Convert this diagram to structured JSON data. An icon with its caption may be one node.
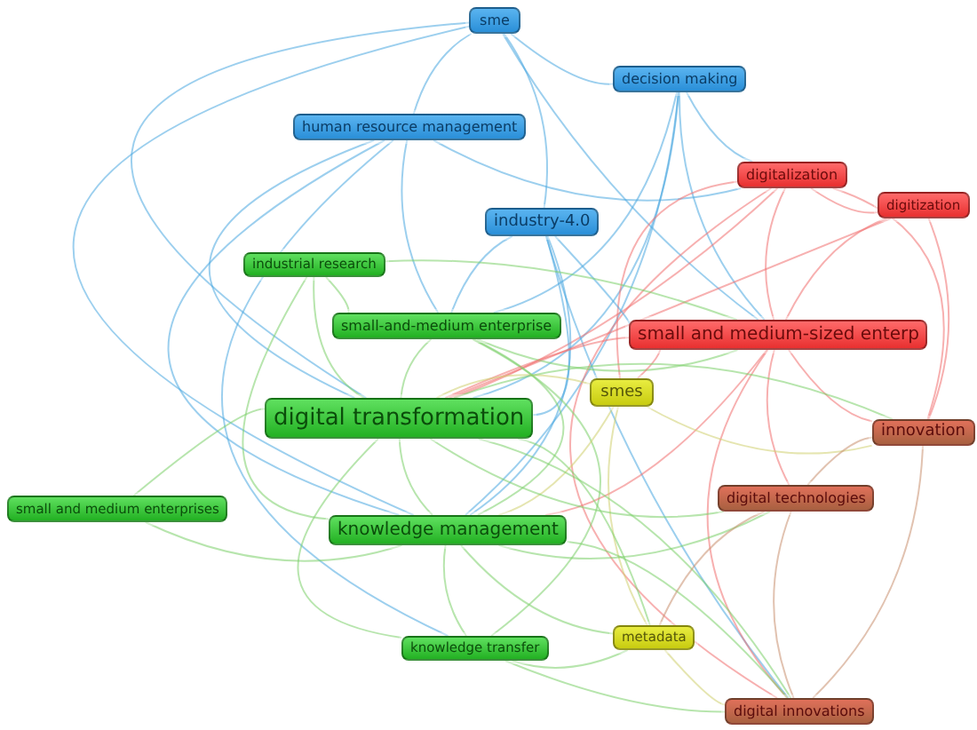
{
  "diagram": {
    "nodes": [
      {
        "text": [
          "sme"
        ]
      },
      {
        "text": [
          "decision making"
        ]
      },
      {
        "text": [
          "human resource management"
        ]
      },
      {
        "text": [
          "digitalization"
        ]
      },
      {
        "text": [
          "industry-4.0"
        ]
      },
      {
        "text": [
          "digitization"
        ]
      },
      {
        "text": [
          "industrial research"
        ]
      },
      {
        "text": [
          "small-and-medium enterprise"
        ]
      },
      {
        "text": [
          "small and medium-sized enterp"
        ]
      },
      {
        "text": [
          "smes"
        ]
      },
      {
        "text": [
          "digital transformation"
        ]
      },
      {
        "text": [
          "innovation"
        ]
      },
      {
        "text": [
          "small and medium enterprises"
        ]
      },
      {
        "text": [
          "knowledge management"
        ]
      },
      {
        "text": [
          "digital technologies"
        ]
      },
      {
        "text": [
          "knowledge transfer"
        ]
      },
      {
        "text": [
          "metadata"
        ]
      },
      {
        "text": [
          "digital innovations"
        ]
      }
    ],
    "edges": [
      {
        "from": 0,
        "to": 2,
        "arrow": "none",
        "color": "#4aa8e0"
      },
      {
        "from": 0,
        "to": 4,
        "arrow": "none",
        "color": "#4aa8e0"
      },
      {
        "from": 0,
        "to": 10,
        "arrow": "none",
        "color": "#4aa8e0"
      },
      {
        "from": 0,
        "to": 13,
        "arrow": "none",
        "color": "#4aa8e0"
      },
      {
        "from": 0,
        "to": 8,
        "arrow": "none",
        "color": "#4aa8e0"
      },
      {
        "from": 0,
        "to": 1,
        "arrow": "none",
        "color": "#4aa8e0"
      },
      {
        "from": 1,
        "to": 3,
        "arrow": "none",
        "color": "#4aa8e0"
      },
      {
        "from": 1,
        "to": 8,
        "arrow": "none",
        "color": "#4aa8e0"
      },
      {
        "from": 1,
        "to": 10,
        "arrow": "none",
        "color": "#4aa8e0"
      },
      {
        "from": 1,
        "to": 7,
        "arrow": "none",
        "color": "#4aa8e0"
      },
      {
        "from": 1,
        "to": 13,
        "arrow": "none",
        "color": "#4aa8e0"
      },
      {
        "from": 2,
        "to": 10,
        "arrow": "none",
        "color": "#4aa8e0"
      },
      {
        "from": 2,
        "to": 13,
        "arrow": "none",
        "color": "#4aa8e0"
      },
      {
        "from": 2,
        "to": 7,
        "arrow": "none",
        "color": "#4aa8e0"
      },
      {
        "from": 2,
        "to": 3,
        "arrow": "none",
        "color": "#4aa8e0"
      },
      {
        "from": 2,
        "to": 15,
        "arrow": "none",
        "color": "#4aa8e0"
      },
      {
        "from": 3,
        "to": 8,
        "arrow": "none",
        "color": "#f07070"
      },
      {
        "from": 3,
        "to": 5,
        "arrow": "none",
        "color": "#f07070"
      },
      {
        "from": 3,
        "to": 10,
        "arrow": "none",
        "color": "#f07070"
      },
      {
        "from": 3,
        "to": 9,
        "arrow": "none",
        "color": "#f07070"
      },
      {
        "from": 3,
        "to": 11,
        "arrow": "none",
        "color": "#f07070"
      },
      {
        "from": 3,
        "to": 17,
        "arrow": "none",
        "color": "#f07070"
      },
      {
        "from": 4,
        "to": 10,
        "arrow": "none",
        "color": "#4aa8e0"
      },
      {
        "from": 4,
        "to": 13,
        "arrow": "none",
        "color": "#4aa8e0"
      },
      {
        "from": 4,
        "to": 8,
        "arrow": "none",
        "color": "#4aa8e0"
      },
      {
        "from": 4,
        "to": 7,
        "arrow": "none",
        "color": "#4aa8e0"
      },
      {
        "from": 4,
        "to": 17,
        "arrow": "none",
        "color": "#4aa8e0"
      },
      {
        "from": 5,
        "to": 8,
        "arrow": "none",
        "color": "#f07070"
      },
      {
        "from": 5,
        "to": 11,
        "arrow": "none",
        "color": "#f07070"
      },
      {
        "from": 5,
        "to": 10,
        "arrow": "none",
        "color": "#f07070"
      },
      {
        "from": 6,
        "to": 10,
        "arrow": "none"
      },
      {
        "from": 6,
        "to": 13,
        "arrow": "none"
      },
      {
        "from": 6,
        "to": 7,
        "arrow": "none"
      },
      {
        "from": 6,
        "to": 8,
        "arrow": "none"
      },
      {
        "from": 7,
        "to": 10,
        "arrow": "none"
      },
      {
        "from": 7,
        "to": 13,
        "arrow": "none"
      },
      {
        "from": 7,
        "to": 8,
        "arrow": "none"
      },
      {
        "from": 7,
        "to": 15,
        "arrow": "none"
      },
      {
        "from": 8,
        "to": 9,
        "arrow": "none",
        "color": "#f07070"
      },
      {
        "from": 8,
        "to": 10,
        "arrow": "none",
        "color": "#f07070"
      },
      {
        "from": 8,
        "to": 11,
        "arrow": "none",
        "color": "#f07070"
      },
      {
        "from": 8,
        "to": 14,
        "arrow": "none",
        "color": "#f07070"
      },
      {
        "from": 8,
        "to": 17,
        "arrow": "none",
        "color": "#f07070"
      },
      {
        "from": 8,
        "to": 13,
        "arrow": "none",
        "color": "#f07070"
      },
      {
        "from": 9,
        "to": 10,
        "arrow": "none",
        "color": "#d0d070"
      },
      {
        "from": 9,
        "to": 13,
        "arrow": "none",
        "color": "#d0d070"
      },
      {
        "from": 9,
        "to": 16,
        "arrow": "none",
        "color": "#d0d070"
      },
      {
        "from": 9,
        "to": 11,
        "arrow": "none",
        "color": "#d0d070"
      },
      {
        "from": 10,
        "to": 12,
        "arrow": "none"
      },
      {
        "from": 10,
        "to": 13,
        "arrow": "none"
      },
      {
        "from": 10,
        "to": 15,
        "arrow": "none"
      },
      {
        "from": 10,
        "to": 14,
        "arrow": "none"
      },
      {
        "from": 10,
        "to": 16,
        "arrow": "none"
      },
      {
        "from": 10,
        "to": 17,
        "arrow": "none"
      },
      {
        "from": 10,
        "to": 11,
        "arrow": "none"
      },
      {
        "from": 11,
        "to": 14,
        "arrow": "none",
        "color": "#c89070"
      },
      {
        "from": 11,
        "to": 17,
        "arrow": "none",
        "color": "#c89070"
      },
      {
        "from": 12,
        "to": 13,
        "arrow": "none"
      },
      {
        "from": 13,
        "to": 15,
        "arrow": "none"
      },
      {
        "from": 13,
        "to": 16,
        "arrow": "none"
      },
      {
        "from": 13,
        "to": 14,
        "arrow": "none"
      },
      {
        "from": 13,
        "to": 17,
        "arrow": "none"
      },
      {
        "from": 14,
        "to": 17,
        "arrow": "none",
        "color": "#c89070"
      },
      {
        "from": 14,
        "to": 16,
        "arrow": "none",
        "color": "#c89070"
      },
      {
        "from": 15,
        "to": 16,
        "arrow": "none"
      },
      {
        "from": 15,
        "to": 17,
        "arrow": "none"
      },
      {
        "from": 16,
        "to": 17,
        "arrow": "none",
        "color": "#d0d070"
      }
    ]
  }
}
